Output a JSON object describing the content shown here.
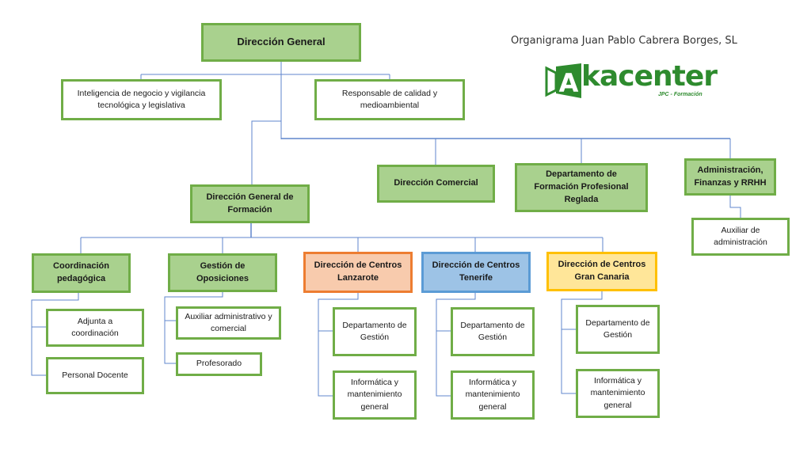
{
  "header": {
    "title": "Organigrama Juan Pablo Cabrera Borges, SL",
    "logo": {
      "icon": "akacenter-logo-icon",
      "letter": "A",
      "text": "kacenter",
      "subtitle": "JPC - Formación",
      "color": "#2e8b2e"
    }
  },
  "colors": {
    "green_fill": "#a9d18e",
    "green_border": "#70ad47",
    "orange_fill": "#f8cbad",
    "orange_border": "#ed7d31",
    "blue_fill": "#9dc3e6",
    "blue_border": "#5b9bd5",
    "yellow_fill": "#ffe699",
    "yellow_border": "#ffc000",
    "connector": "#4472c4"
  },
  "nodes": {
    "direccion_general": "Dirección General",
    "inteligencia": "Inteligencia de negocio y vigilancia tecnológica y legislativa",
    "calidad": "Responsable de calidad y medioambiental",
    "dg_formacion": "Dirección General de Formación",
    "comercial": "Dirección Comercial",
    "fp_reglada": "Departamento de Formación Profesional Reglada",
    "administracion": "Administración, Finanzas y RRHH",
    "aux_administracion": "Auxiliar de administración",
    "coord_pedagogica": "Coordinación pedagógica",
    "adjunta_coord": "Adjunta a coordinación",
    "personal_docente": "Personal Docente",
    "gestion_oposiciones": "Gestión de Oposiciones",
    "aux_admin_comercial": "Auxiliar administrativo y comercial",
    "profesorado": "Profesorado",
    "centros_lanzarote": "Dirección de Centros Lanzarote",
    "lanzarote_gestion": "Departamento de Gestión",
    "lanzarote_informatica": "Informática y mantenimiento general",
    "centros_tenerife": "Dirección de Centros Tenerife",
    "tenerife_gestion": "Departamento de Gestión",
    "tenerife_informatica": "Informática y mantenimiento general",
    "centros_gran_canaria": "Dirección de Centros Gran Canaria",
    "gc_gestion": "Departamento de Gestión",
    "gc_informatica": "Informática y mantenimiento general"
  }
}
